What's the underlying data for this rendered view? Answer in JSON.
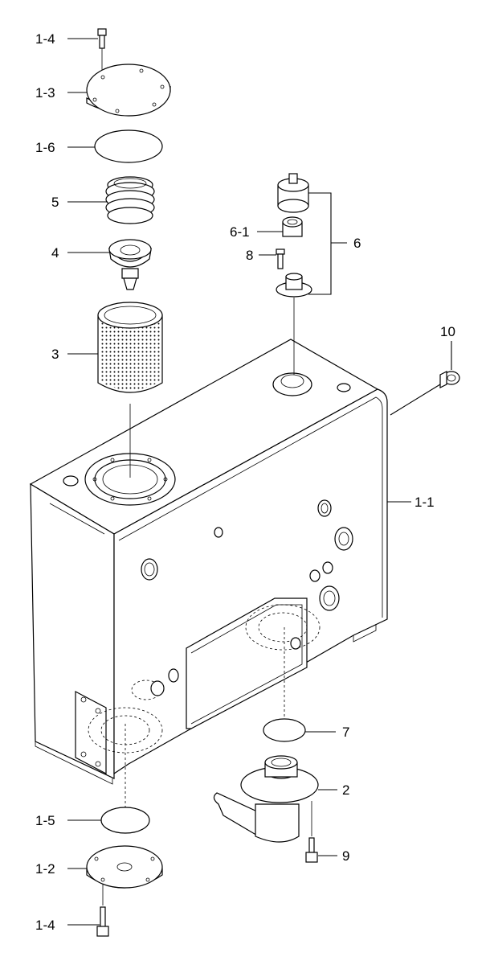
{
  "diagram": {
    "callouts": [
      {
        "id": "c-1-4-top",
        "text": "1-4"
      },
      {
        "id": "c-1-3",
        "text": "1-3"
      },
      {
        "id": "c-1-6",
        "text": "1-6"
      },
      {
        "id": "c-5",
        "text": "5"
      },
      {
        "id": "c-4",
        "text": "4"
      },
      {
        "id": "c-3",
        "text": "3"
      },
      {
        "id": "c-6-1",
        "text": "6-1"
      },
      {
        "id": "c-8",
        "text": "8"
      },
      {
        "id": "c-6",
        "text": "6"
      },
      {
        "id": "c-10",
        "text": "10"
      },
      {
        "id": "c-1-1",
        "text": "1-1"
      },
      {
        "id": "c-7",
        "text": "7"
      },
      {
        "id": "c-2",
        "text": "2"
      },
      {
        "id": "c-9",
        "text": "9"
      },
      {
        "id": "c-1-5",
        "text": "1-5"
      },
      {
        "id": "c-1-2",
        "text": "1-2"
      },
      {
        "id": "c-1-4-bottom",
        "text": "1-4"
      }
    ]
  }
}
